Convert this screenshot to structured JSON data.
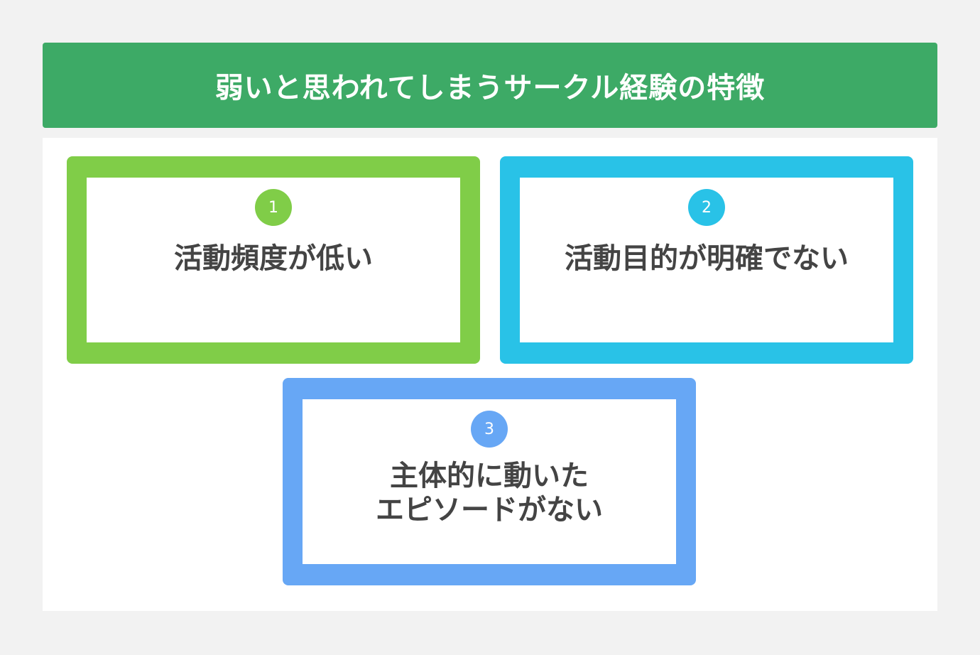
{
  "title": "弱いと思われてしまうサークル経験の特徴",
  "colors": {
    "header": "#3daa66",
    "card1": "#80cd48",
    "card2": "#29c2e7",
    "card3": "#67a7f5",
    "text": "#444444"
  },
  "items": [
    {
      "number": "1",
      "label": "活動頻度が低い"
    },
    {
      "number": "2",
      "label": "活動目的が明確でない"
    },
    {
      "number": "3",
      "label_line1": "主体的に動いた",
      "label_line2": "エピソードがない"
    }
  ]
}
